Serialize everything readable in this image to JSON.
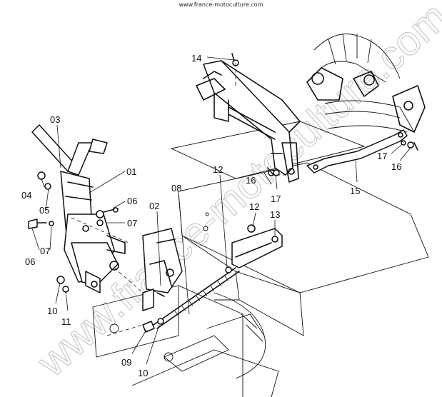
{
  "header": {
    "url": "www.france-motoculture.com"
  },
  "watermark": {
    "text": "www.france-motoculture.com"
  },
  "labels": {
    "p01": "01",
    "p02": "02",
    "p03": "03",
    "p04": "04",
    "p05": "05",
    "p06a": "06",
    "p06b": "06",
    "p07a": "07",
    "p07b": "07",
    "p08": "08",
    "p09": "09",
    "p10a": "10",
    "p10b": "10",
    "p11": "11",
    "p12a": "12",
    "p12b": "12",
    "p13": "13",
    "p14": "14",
    "p15": "15",
    "p16a": "16",
    "p16b": "16",
    "p17a": "17",
    "p17b": "17"
  }
}
